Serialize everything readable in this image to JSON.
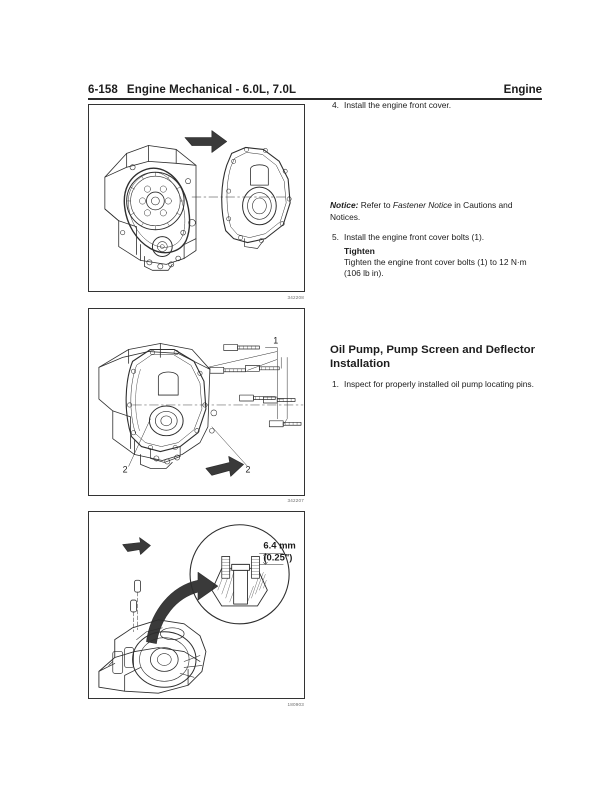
{
  "header": {
    "folio": "6-158",
    "section_title": "Engine Mechanical - 6.0L, 7.0L",
    "running_head": "Engine"
  },
  "figures": [
    {
      "id_label": "342208",
      "caption_alt": "Engine block with timing chain and sprockets at left, engine front cover aligned at right, install direction arrow above",
      "callouts": []
    },
    {
      "id_label": "342207",
      "caption_alt": "Engine front cover mounted to block with cover bolts exploded away, callout 1 for bolts and callout 2 for alignment features",
      "callouts": [
        "1",
        "2",
        "2"
      ]
    },
    {
      "id_label": "180903",
      "caption_alt": "Oil pump and locating pins with magnified detail circle showing pin protrusion dimension",
      "callouts": [],
      "detail_dimension_metric": "6.4 mm",
      "detail_dimension_imperial": "(0.25\")"
    }
  ],
  "right_column": {
    "step4": {
      "number": "4.",
      "text": "Install the engine front cover."
    },
    "notice": {
      "label": "Notice:",
      "text_before": " Refer to ",
      "emphasis": "Fastener Notice",
      "text_after": " in Cautions and Notices."
    },
    "step5": {
      "number": "5.",
      "text": "Install the engine front cover bolts (1).",
      "tighten_label": "Tighten",
      "tighten_text": "Tighten the engine front cover bolts (1) to 12 N·m (106 lb in)."
    },
    "oil_pump_section": {
      "heading": "Oil Pump, Pump Screen and Deflector Installation",
      "step1": {
        "number": "1.",
        "text": "Inspect for properly installed oil pump locating pins."
      }
    }
  },
  "colors": {
    "ink": "#1c1c1c",
    "rule": "#2b2b2b",
    "figure_border": "#333333",
    "figure_id": "#6b6b6b",
    "line_art": "#2e2e2e",
    "page_background": "#ffffff"
  }
}
